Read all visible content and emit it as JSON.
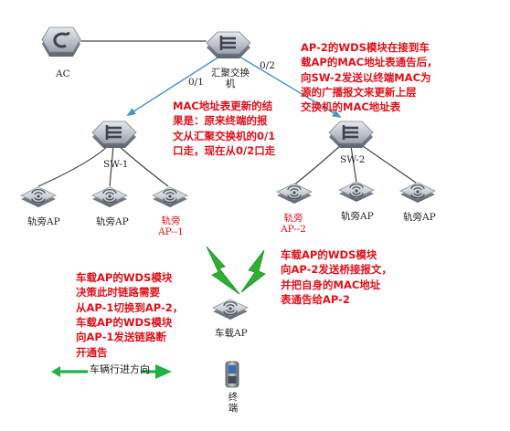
{
  "nodes": {
    "ac": "AC",
    "core_switch": [
      "汇聚交换",
      "机"
    ],
    "port_01": "0/1",
    "port_02": "0/2",
    "sw1": "SW-1",
    "sw2": "SW-2",
    "ap_sw1_1": "轨旁AP",
    "ap_sw1_2": "轨旁AP",
    "ap_sw1_3": [
      "轨旁",
      "AP--1"
    ],
    "ap_sw2_1": [
      "轨旁",
      "AP--2"
    ],
    "ap_sw2_2": "轨旁AP",
    "ap_sw2_3": "轨旁AP",
    "vehicle_ap": "车载AP",
    "terminal": [
      "终",
      "端"
    ]
  },
  "notes": {
    "mac_update": [
      "MAC地址表更新的结",
      "果是：原来终端的报",
      "文从汇聚交换机的0/1",
      "口走，现在从0/2口走"
    ],
    "ap2_broadcast": [
      "AP-2的WDS模块在接到车",
      "载AP的MAC地址表通告后，",
      "向SW-2发送以终端MAC为",
      "源的广播报文来更新上层",
      "交换机的MAC地址表"
    ],
    "vehicle_bridge": [
      "车载AP的WDS模块",
      "向AP-2发送桥接报文，",
      "并把自身的MAC地址",
      "表通告给AP-2"
    ],
    "vehicle_switch": [
      "车载AP的WDS模块",
      "决策此时链路需要",
      "从AP-1切换到AP-2，",
      "车载AP的WDS模块",
      "向AP-1发送链路断",
      "开通告"
    ]
  },
  "direction_label": "车辆行进方向",
  "colors": {
    "link": "#454545",
    "arrow": "#4e93c4",
    "note_red": "#e0101a",
    "green": "#1fb24a",
    "lightning": "#2fae2f"
  }
}
